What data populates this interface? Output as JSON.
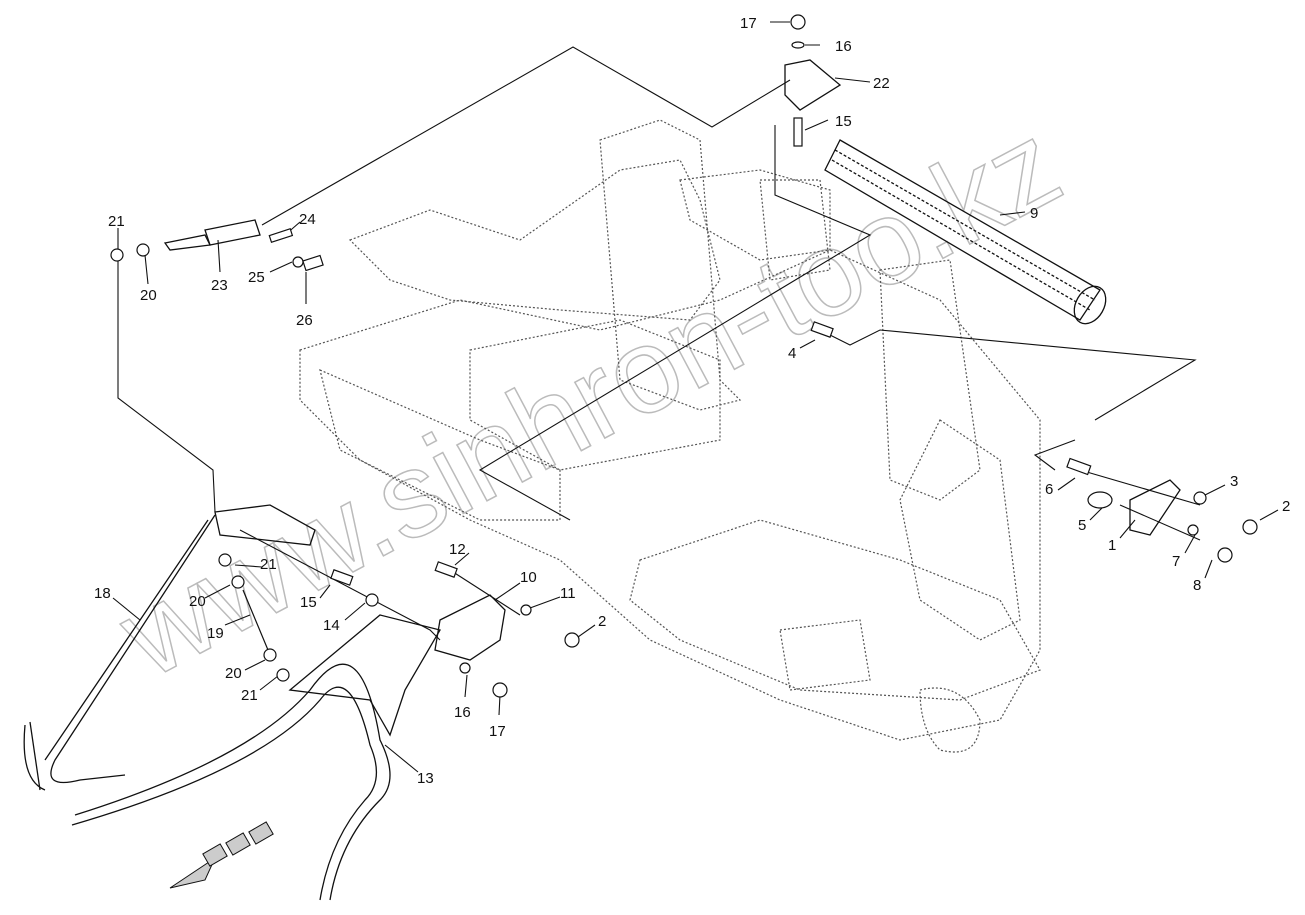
{
  "watermark": "www.sinhron-too.kz",
  "colors": {
    "line": "#111111",
    "frame": "#555555",
    "watermark": "#bbbbbb"
  },
  "callouts": [
    {
      "id": "17",
      "label": "17"
    },
    {
      "id": "16",
      "label": "16"
    },
    {
      "id": "22",
      "label": "22"
    },
    {
      "id": "15",
      "label": "15"
    },
    {
      "id": "9",
      "label": "9"
    },
    {
      "id": "24",
      "label": "24"
    },
    {
      "id": "21",
      "label": "21"
    },
    {
      "id": "23",
      "label": "23"
    },
    {
      "id": "25",
      "label": "25"
    },
    {
      "id": "20",
      "label": "20"
    },
    {
      "id": "26",
      "label": "26"
    },
    {
      "id": "4",
      "label": "4"
    },
    {
      "id": "3",
      "label": "3"
    },
    {
      "id": "2",
      "label": "2"
    },
    {
      "id": "6",
      "label": "6"
    },
    {
      "id": "5",
      "label": "5"
    },
    {
      "id": "1",
      "label": "1"
    },
    {
      "id": "7",
      "label": "7"
    },
    {
      "id": "8",
      "label": "8"
    },
    {
      "id": "12",
      "label": "12"
    },
    {
      "id": "21",
      "label": "21"
    },
    {
      "id": "10",
      "label": "10"
    },
    {
      "id": "11",
      "label": "11"
    },
    {
      "id": "18",
      "label": "18"
    },
    {
      "id": "20",
      "label": "20"
    },
    {
      "id": "15",
      "label": "15"
    },
    {
      "id": "19",
      "label": "19"
    },
    {
      "id": "14",
      "label": "14"
    },
    {
      "id": "2",
      "label": "2"
    },
    {
      "id": "20",
      "label": "20"
    },
    {
      "id": "21",
      "label": "21"
    },
    {
      "id": "16",
      "label": "16"
    },
    {
      "id": "17",
      "label": "17"
    },
    {
      "id": "13",
      "label": "13"
    }
  ]
}
